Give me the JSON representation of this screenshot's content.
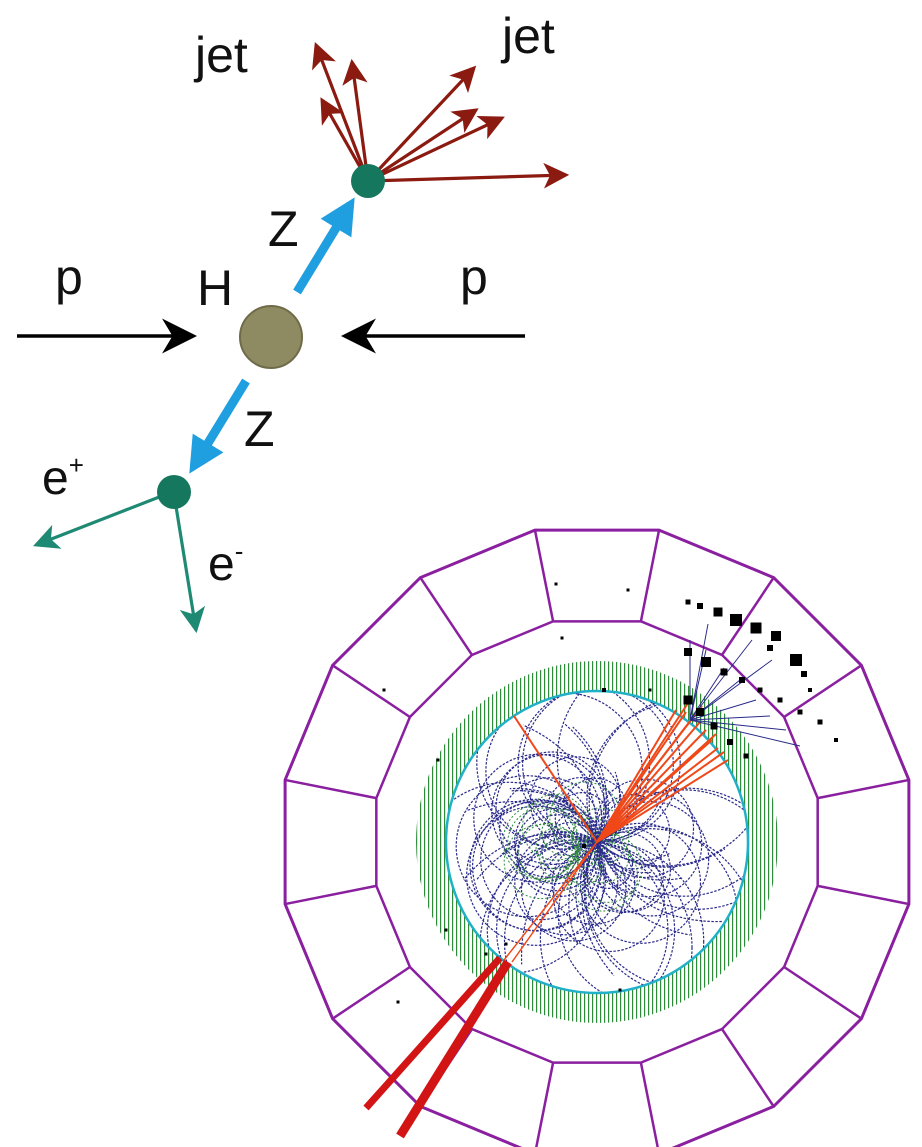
{
  "labels": {
    "jet_left": "jet",
    "jet_right": "jet",
    "z_upper": "Z",
    "z_lower": "Z",
    "h": "H",
    "p_left": "p",
    "p_right": "p",
    "e_plus_base": "e",
    "e_plus_sup": "+",
    "e_minus_base": "e",
    "e_minus_sup": "-"
  },
  "colors": {
    "beam_arrow": "#000000",
    "z_boson": "#1f9ee0",
    "jet_track": "#8b1a10",
    "electron": "#1f8a74",
    "vertex": "#15775e",
    "higgs": "#8e8a62",
    "calorimeter_frame": "#8a1fa0",
    "tracker_ring": "#2e8b3a",
    "inner_boundary": "#20b0c8",
    "helix_tracks": "#2a2a8a",
    "energetic_tracks": "#f04818",
    "electron_deposit": "#d31414",
    "hits": "#000000"
  },
  "icons": {
    "higgs": "higgs-boson-blob",
    "vertex": "decay-vertex-dot",
    "detector": "collider-detector-cross-section"
  }
}
